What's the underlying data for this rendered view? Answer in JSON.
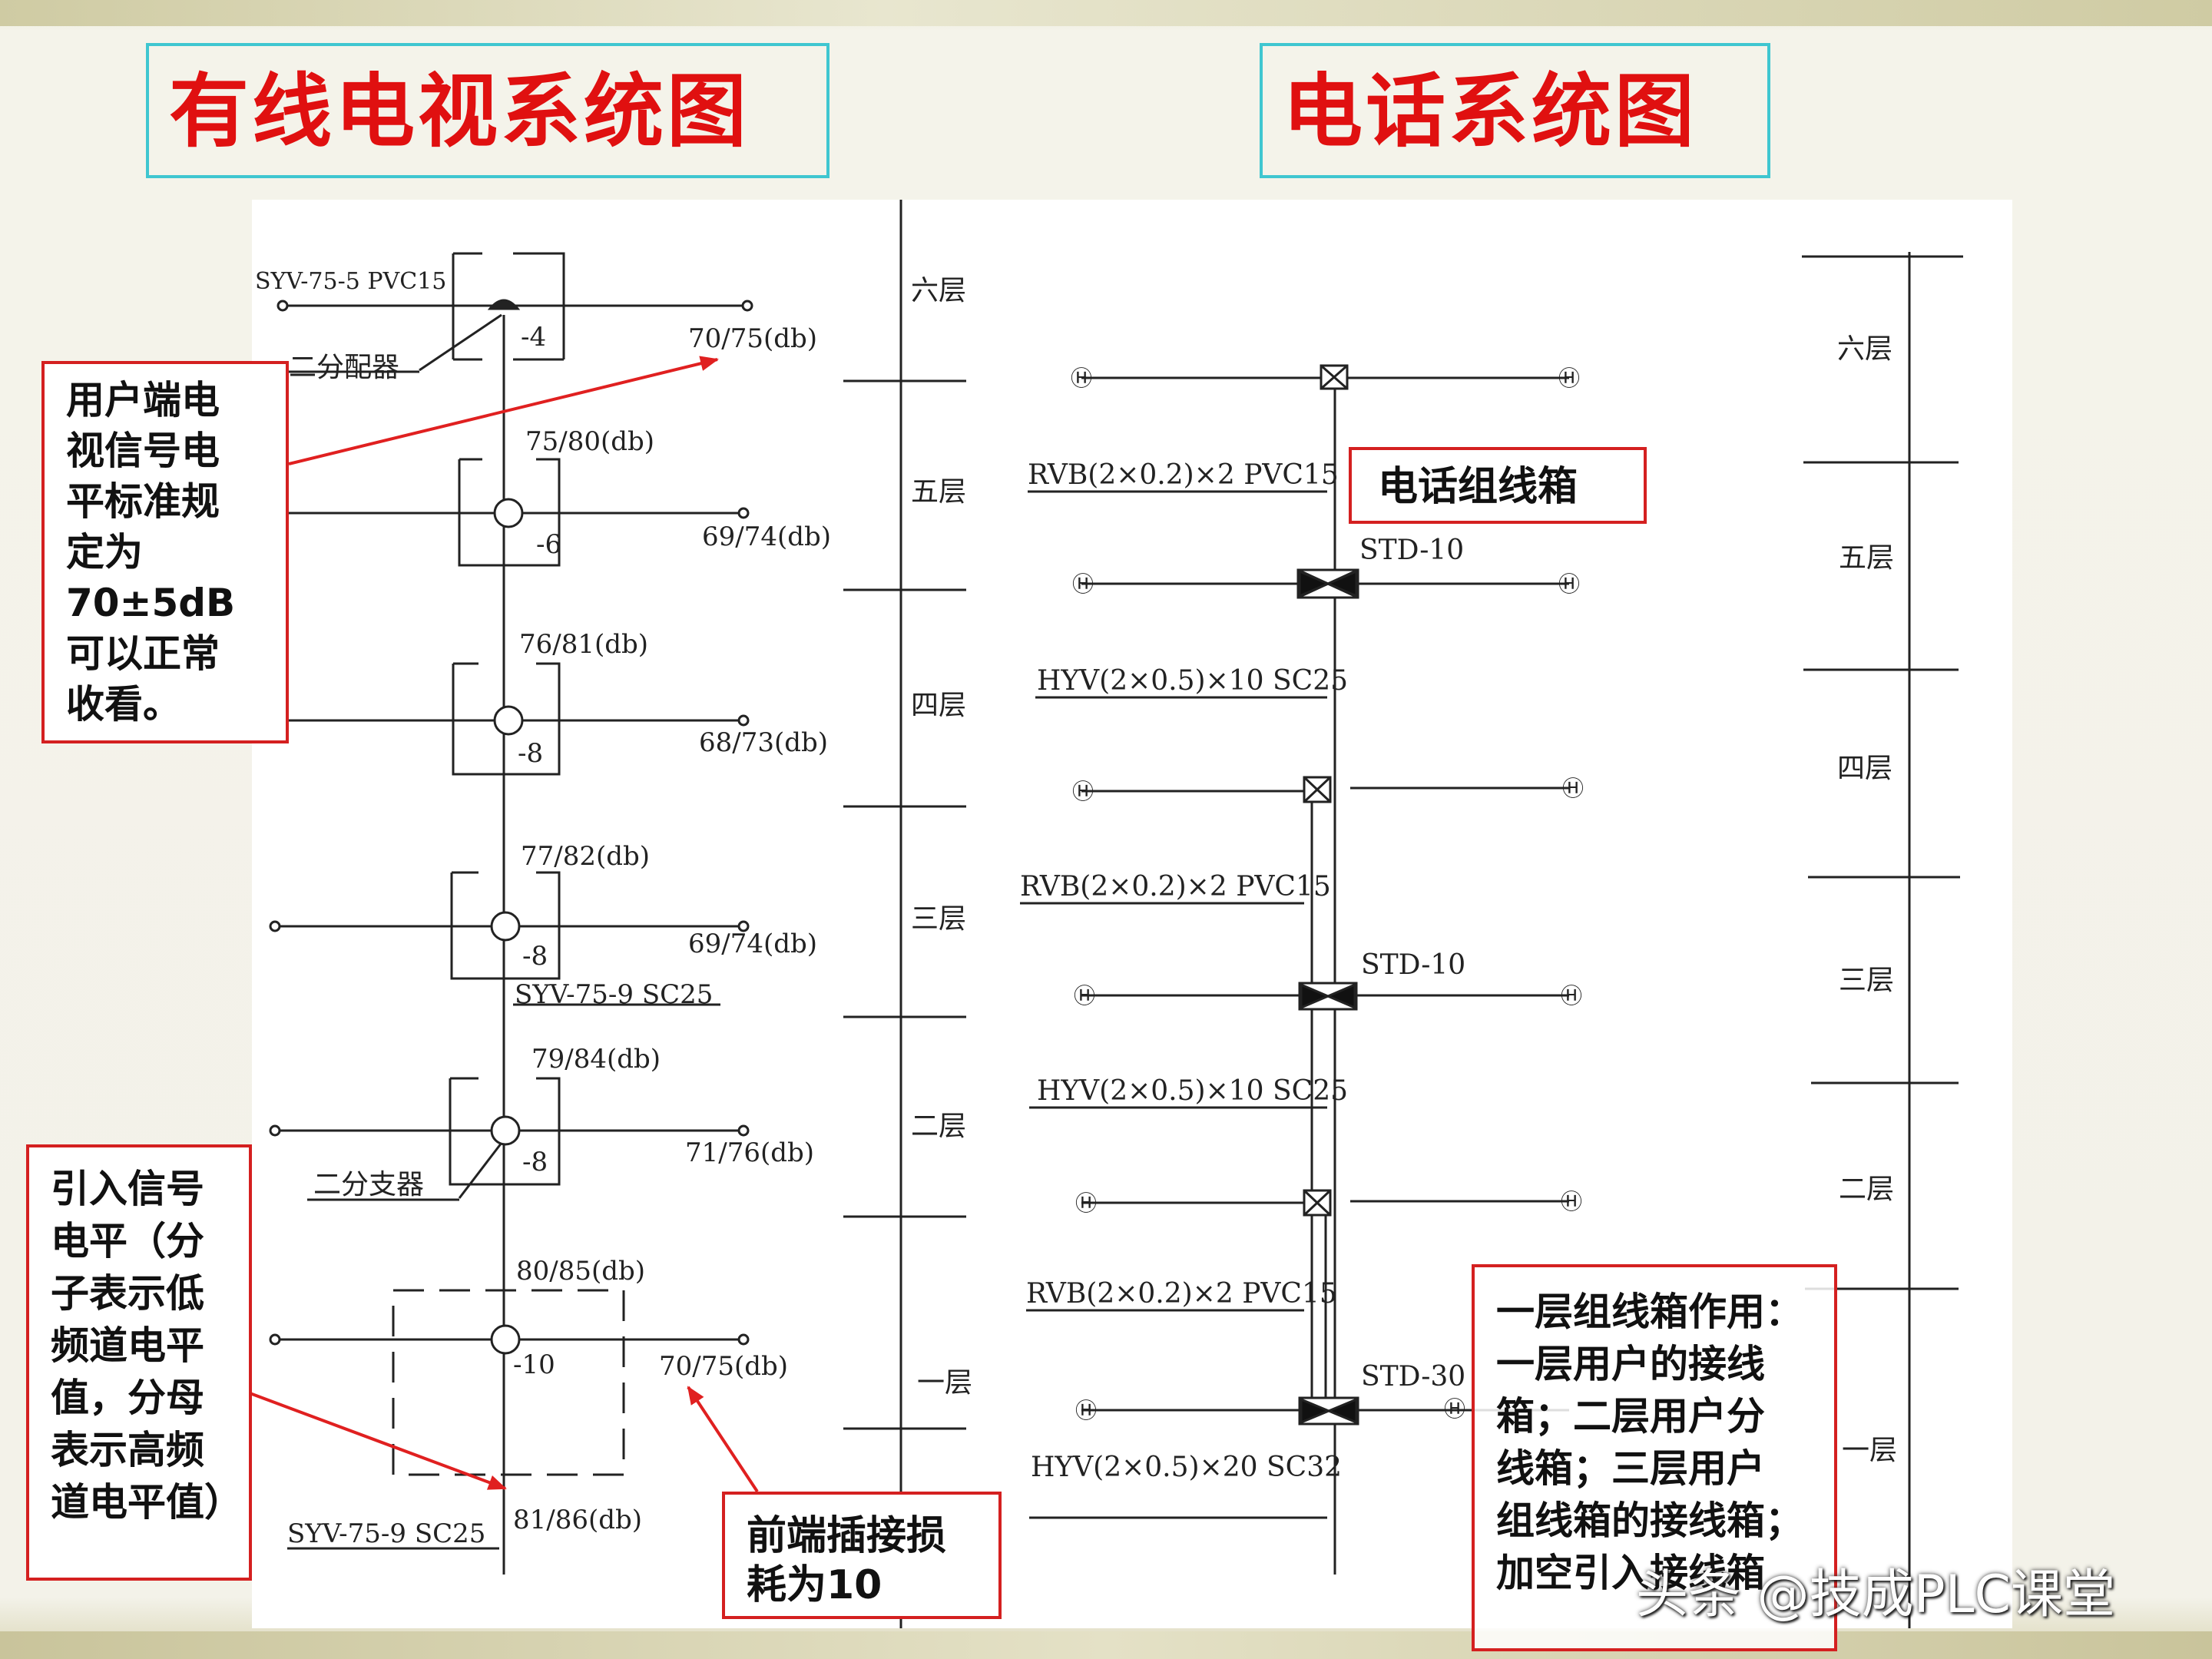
{
  "titles": {
    "tv": "有线电视系统图",
    "phone": "电话系统图"
  },
  "tv": {
    "top_cable": "SYV-75-5 PVC15",
    "splitter": "二分配器",
    "branch": "二分支器",
    "mid_cable": "SYV-75-9 SC25",
    "bottom_cable": "SYV-75-9 SC25",
    "input_level": "81/86(db)",
    "floors": [
      {
        "in": "",
        "loss": "-4",
        "out": "70/75(db)"
      },
      {
        "in": "75/80(db)",
        "loss": "-6",
        "out": "69/74(db)"
      },
      {
        "in": "76/81(db)",
        "loss": "-8",
        "out": "68/73(db)"
      },
      {
        "in": "77/82(db)",
        "loss": "-8",
        "out": "69/74(db)"
      },
      {
        "in": "79/84(db)",
        "loss": "-8",
        "out": "71/76(db)"
      },
      {
        "in": "80/85(db)",
        "loss": "-10",
        "out": "70/75(db)"
      }
    ]
  },
  "floors_mid": [
    "六层",
    "五层",
    "四层",
    "三层",
    "二层",
    "一层"
  ],
  "floors_right": [
    "六层",
    "五层",
    "四层",
    "三层",
    "二层",
    "一层"
  ],
  "phone": {
    "rvb1": "RVB(2×0.2)×2 PVC15",
    "rvb2": "RVB(2×0.2)×2 PVC15",
    "rvb3": "RVB(2×0.2)×2 PVC15",
    "hyv1": "HYV(2×0.5)×10 SC25",
    "hyv2": "HYV(2×0.5)×10 SC25",
    "hyv3": "HYV(2×0.5)×20 SC32",
    "std5": "STD-10",
    "std3": "STD-10",
    "std1": "STD-30",
    "outlet": "Ⓗ"
  },
  "callouts": {
    "user_level": [
      "用户端电",
      "视信号电",
      "平标准规",
      "定为",
      "70±5dB",
      "可以正常",
      "收看。"
    ],
    "input_level": [
      "引入信号",
      "电平（分",
      "子表示低",
      "频道电平",
      "值，分母",
      "表示高频",
      "道电平值）"
    ],
    "insertion_loss": [
      "前端插接损",
      "耗为10"
    ],
    "box_name": "电话组线箱",
    "first_floor": [
      "一层组线箱作用：",
      "一层用户的接线",
      "箱；二层用户分",
      "线箱；三层用户",
      "组线箱的接线箱；",
      "加空引入接线箱"
    ]
  },
  "watermark": "头条 @技成PLC课堂",
  "colors": {
    "title_red": "#e01010",
    "title_border": "#3fc6d0",
    "callout_border": "#d42020",
    "arrow_red": "#e02020"
  }
}
